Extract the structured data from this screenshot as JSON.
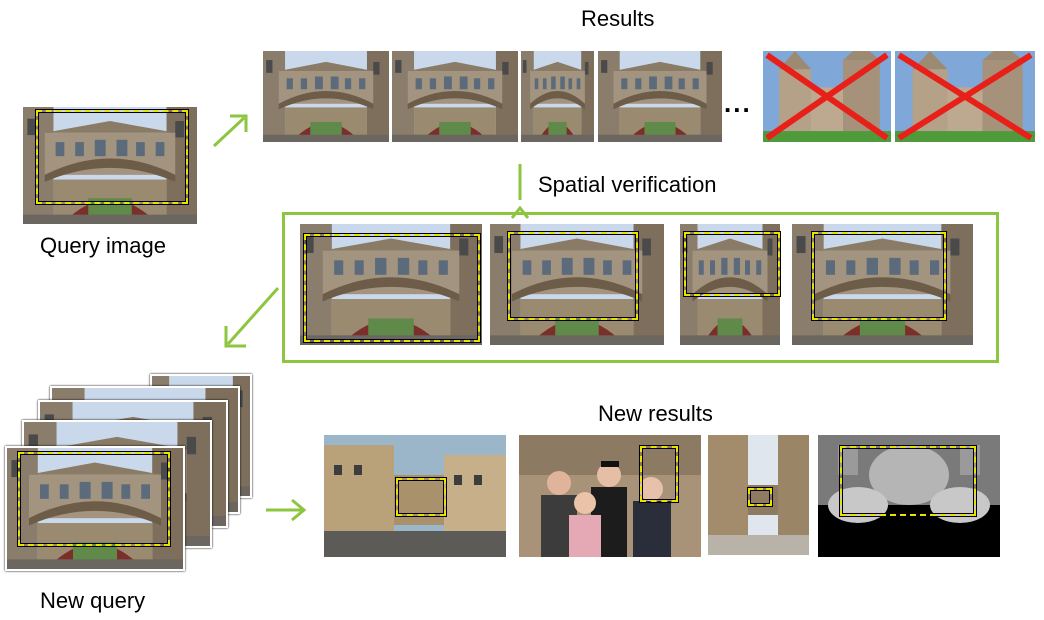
{
  "labels": {
    "results": "Results",
    "spatial_verification": "Spatial verification",
    "query_image": "Query image",
    "new_results": "New results",
    "new_query": "New query",
    "ellipsis": "..."
  },
  "colors": {
    "arrow_green": "#8cc63f",
    "reject_red": "#e8201a",
    "bbox_yellow": "#e8e400"
  },
  "images": {
    "query": "bridge-photo",
    "results": [
      "bridge-photo",
      "bridge-photo",
      "bridge-photo-graduates",
      "bridge-photo",
      "cathedral-photo-rejected",
      "cathedral-photo-rejected"
    ],
    "verified": [
      "bridge-photo",
      "bridge-photo",
      "bridge-photo-graduates",
      "bridge-photo"
    ],
    "new_results": [
      "street-photo",
      "graduation-group-photo",
      "colonnade-photo",
      "stone-carving-photo"
    ]
  }
}
